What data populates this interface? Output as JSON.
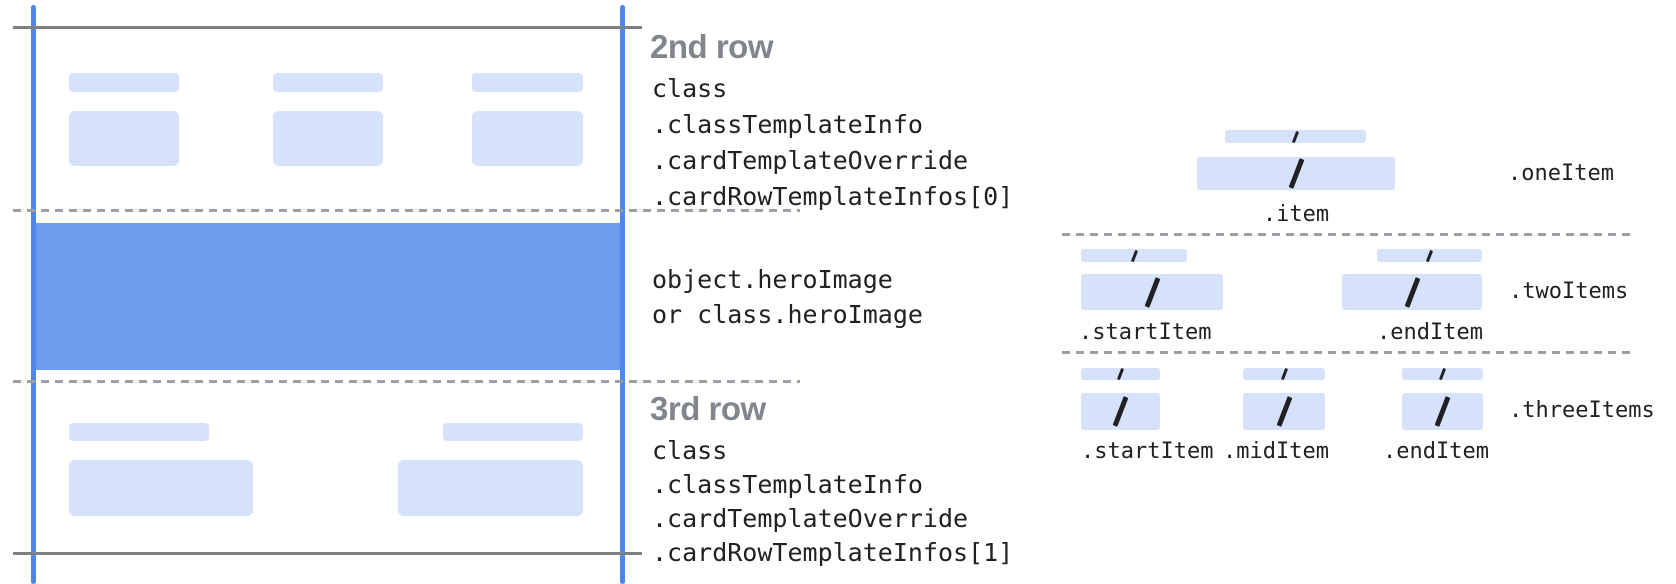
{
  "sections": {
    "row2": {
      "title": "2nd row",
      "code": [
        "class",
        ".classTemplateInfo",
        ".cardTemplateOverride",
        ".cardRowTemplateInfos[0]"
      ]
    },
    "hero": {
      "code": [
        "object.heroImage",
        "or class.heroImage"
      ]
    },
    "row3": {
      "title": "3rd row",
      "code": [
        "class",
        ".classTemplateInfo",
        ".cardTemplateOverride",
        ".cardRowTemplateInfos[1]"
      ]
    }
  },
  "items": {
    "one": {
      "row_label": ".oneItem",
      "sub_labels": [
        ".item"
      ]
    },
    "two": {
      "row_label": ".twoItems",
      "sub_labels": [
        ".startItem",
        ".endItem"
      ]
    },
    "three": {
      "row_label": ".threeItems",
      "sub_labels": [
        ".startItem",
        ".midItem",
        ".endItem"
      ]
    }
  },
  "colors": {
    "accent_blue": "#4d86ec",
    "hero_blue": "#6d9ceb",
    "placeholder_blue": "#d5e2f9",
    "line_gray": "#7c8186",
    "dash_gray": "#9aa0a6",
    "title_gray": "#80868b",
    "code_text": "#202124"
  }
}
